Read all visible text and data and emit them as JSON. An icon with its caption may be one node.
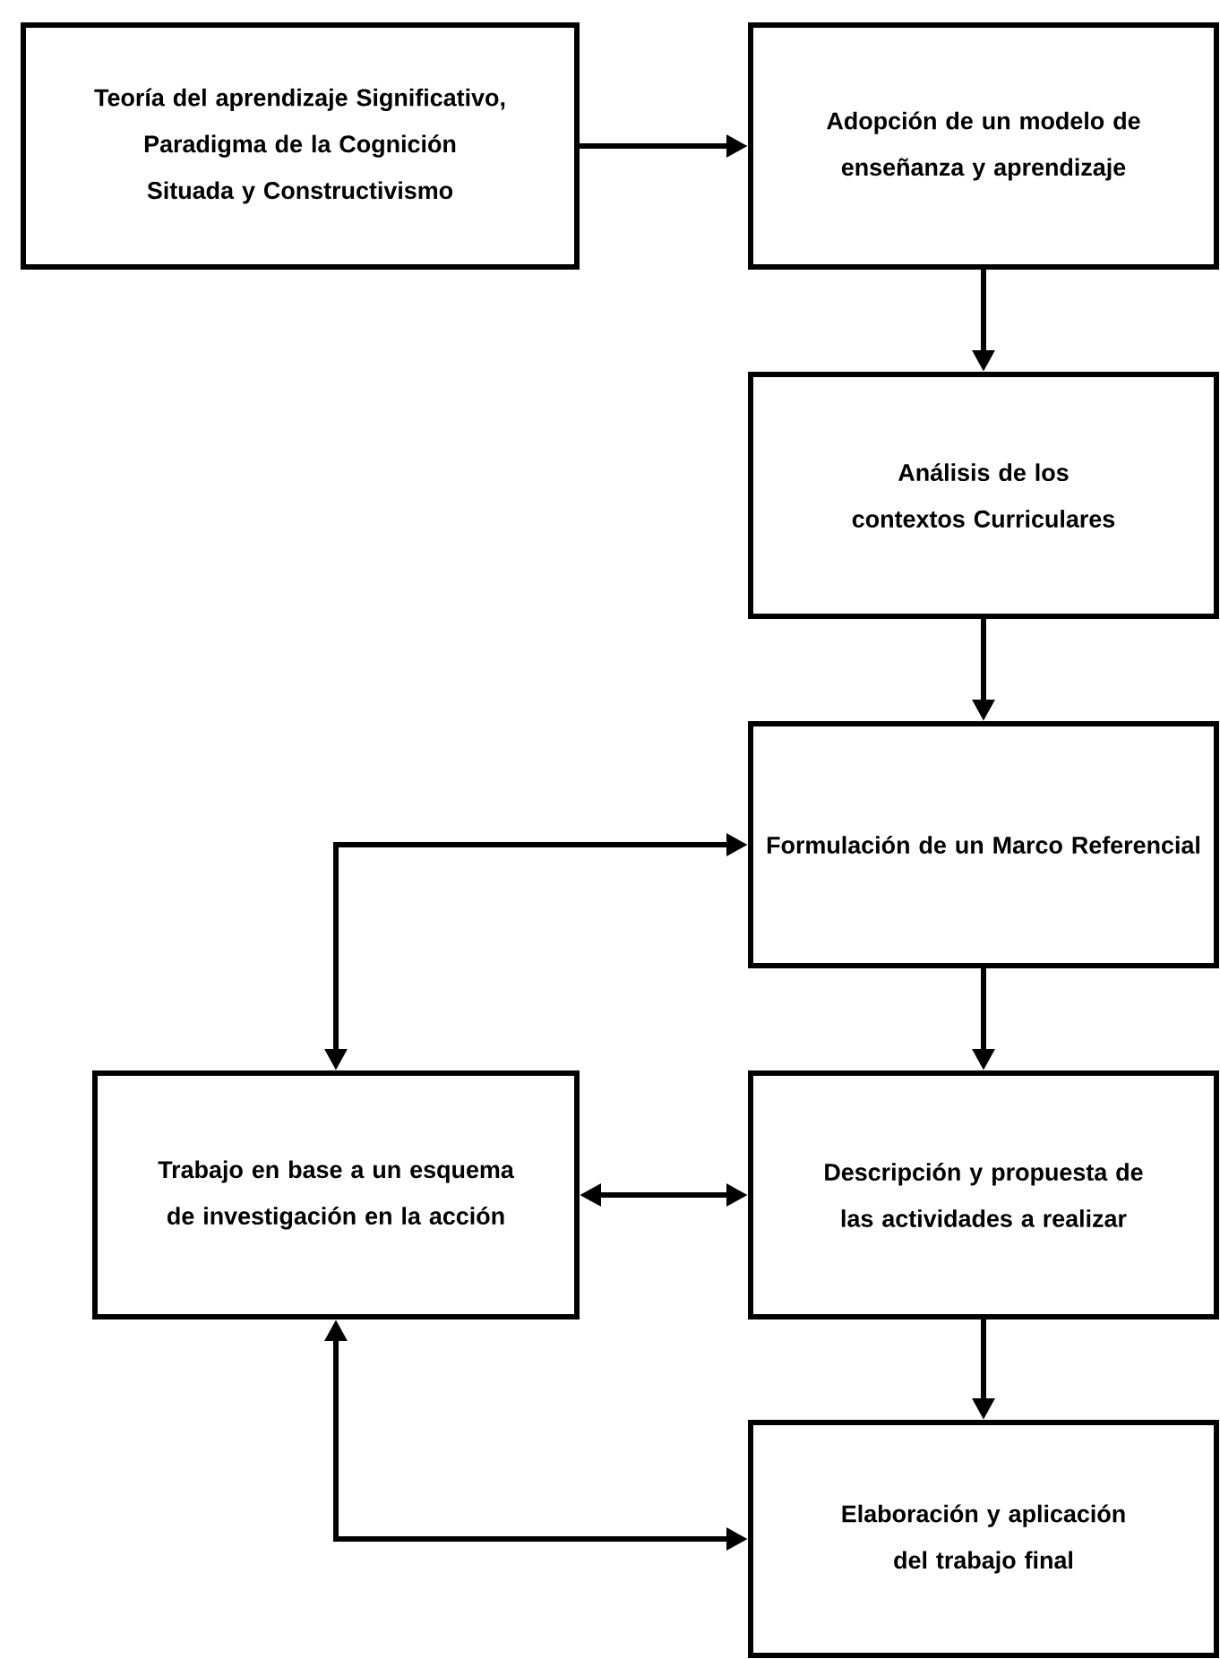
{
  "diagram": {
    "nodes": [
      {
        "text": [
          "Teoría del aprendizaje Significativo, Paradigma de la Cognición Situada y Constructivismo"
        ]
      },
      {
        "text": [
          "Adopción de un modelo de enseñanza y aprendizaje"
        ]
      },
      {
        "text": [
          "Análisis de los contextos Curriculares"
        ]
      },
      {
        "text": [
          "Formulación de un Marco Referencial"
        ]
      },
      {
        "text": [
          "Trabajo en base a un esquema de investigación en la acción"
        ]
      },
      {
        "text": [
          "Descripción y propuesta de las actividades a realizar"
        ]
      },
      {
        "text": [
          "Elaboración y aplicación del trabajo final"
        ]
      }
    ],
    "edges": [
      {
        "from": 0,
        "to": 1,
        "arrow": "to"
      },
      {
        "from": 1,
        "to": 2,
        "arrow": "to"
      },
      {
        "from": 2,
        "to": 3,
        "arrow": "to"
      },
      {
        "from": 3,
        "to": 5,
        "arrow": "to"
      },
      {
        "from": 5,
        "to": 6,
        "arrow": "to"
      },
      {
        "from": 4,
        "to": 3,
        "arrow": "both"
      },
      {
        "from": 4,
        "to": 5,
        "arrow": "both"
      },
      {
        "from": 4,
        "to": 6,
        "arrow": "both"
      }
    ]
  }
}
